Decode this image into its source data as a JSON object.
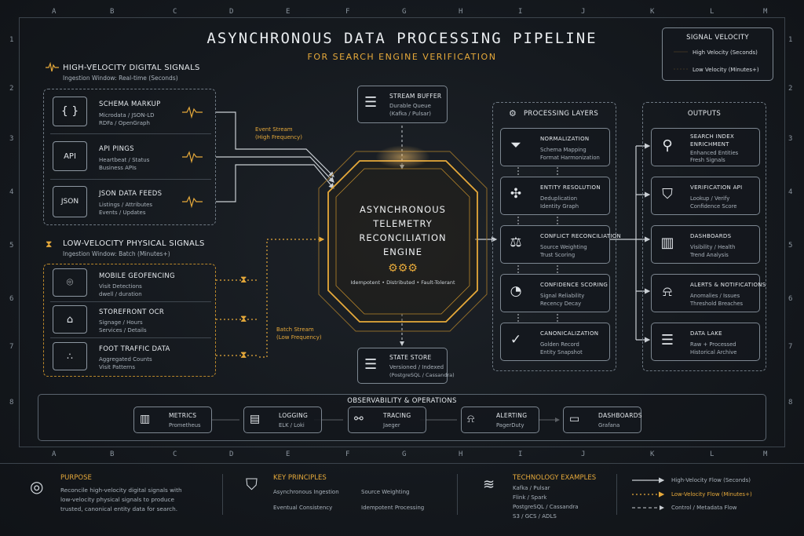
{
  "title": "ASYNCHRONOUS DATA PROCESSING PIPELINE",
  "subtitle": "FOR SEARCH ENGINE VERIFICATION",
  "grid": {
    "cols": [
      "A",
      "B",
      "C",
      "D",
      "E",
      "F",
      "G",
      "H",
      "I",
      "J",
      "K",
      "L",
      "M"
    ],
    "rows": [
      "1",
      "2",
      "3",
      "4",
      "5",
      "6",
      "7",
      "8"
    ]
  },
  "legend_top": {
    "title": "SIGNAL VELOCITY",
    "high": "High Velocity (Seconds)",
    "low": "Low Velocity (Minutes+)"
  },
  "high_signals": {
    "heading": "HIGH-VELOCITY DIGITAL SIGNALS",
    "window": "Ingestion Window: Real-time (Seconds)",
    "items": [
      {
        "icon": "{ }",
        "title": "SCHEMA MARKUP",
        "l1": "Microdata / JSON-LD",
        "l2": "RDFa / OpenGraph"
      },
      {
        "icon": "API",
        "title": "API PINGS",
        "l1": "Heartbeat / Status",
        "l2": "Business APIs"
      },
      {
        "icon": "JSON",
        "title": "JSON DATA FEEDS",
        "l1": "Listings / Attributes",
        "l2": "Events / Updates"
      }
    ]
  },
  "low_signals": {
    "heading": "LOW-VELOCITY PHYSICAL SIGNALS",
    "window": "Ingestion Window: Batch (Minutes+)",
    "items": [
      {
        "title": "MOBILE GEOFENCING",
        "l1": "Visit Detections",
        "l2": "dwell / duration"
      },
      {
        "title": "STOREFRONT OCR",
        "l1": "Signage / Hours",
        "l2": "Services / Details"
      },
      {
        "title": "FOOT TRAFFIC DATA",
        "l1": "Aggregated Counts",
        "l2": "Visit Patterns"
      }
    ]
  },
  "event_stream": {
    "l1": "Event Stream",
    "l2": "(High Frequency)"
  },
  "batch_stream": {
    "l1": "Batch Stream",
    "l2": "(Low Frequency)"
  },
  "stream_buffer": {
    "title": "STREAM BUFFER",
    "l1": "Durable Queue",
    "l2": "(Kafka / Pulsar)"
  },
  "state_store": {
    "title": "STATE STORE",
    "l1": "Versioned / Indexed",
    "l2": "(PostgreSQL / Cassandra)"
  },
  "engine": {
    "l1": "ASYNCHRONOUS",
    "l2": "TELEMETRY",
    "l3": "RECONCILIATION",
    "l4": "ENGINE",
    "gears": "⚙⚙⚙",
    "tagline": "Idempotent • Distributed • Fault-Tolerant"
  },
  "processing": {
    "heading": "PROCESSING LAYERS",
    "layers": [
      {
        "title": "NORMALIZATION",
        "l1": "Schema Mapping",
        "l2": "Format Harmonization"
      },
      {
        "title": "ENTITY RESOLUTION",
        "l1": "Deduplication",
        "l2": "Identity Graph"
      },
      {
        "title": "CONFLICT RECONCILIATION",
        "l1": "Source Weighting",
        "l2": "Trust Scoring"
      },
      {
        "title": "CONFIDENCE SCORING",
        "l1": "Signal Reliability",
        "l2": "Recency Decay"
      },
      {
        "title": "CANONICALIZATION",
        "l1": "Golden Record",
        "l2": "Entity Snapshot"
      }
    ]
  },
  "outputs": {
    "heading": "OUTPUTS",
    "items": [
      {
        "title": "SEARCH INDEX",
        "title2": "ENRICHMENT",
        "l1": "Enhanced Entities",
        "l2": "Fresh Signals"
      },
      {
        "title": "VERIFICATION API",
        "title2": "",
        "l1": "Lookup / Verify",
        "l2": "Confidence Score"
      },
      {
        "title": "DASHBOARDS",
        "title2": "",
        "l1": "Visibility / Health",
        "l2": "Trend Analysis"
      },
      {
        "title": "ALERTS & NOTIFICATIONS",
        "title2": "",
        "l1": "Anomalies / Issues",
        "l2": "Threshold Breaches"
      },
      {
        "title": "DATA LAKE",
        "title2": "",
        "l1": "Raw + Processed",
        "l2": "Historical Archive"
      }
    ]
  },
  "observability": {
    "heading": "OBSERVABILITY & OPERATIONS",
    "items": [
      {
        "title": "METRICS",
        "sub": "Prometheus"
      },
      {
        "title": "LOGGING",
        "sub": "ELK / Loki"
      },
      {
        "title": "TRACING",
        "sub": "Jaeger"
      },
      {
        "title": "ALERTING",
        "sub": "PagerDuty"
      },
      {
        "title": "DASHBOARDS",
        "sub": "Grafana"
      }
    ]
  },
  "footer": {
    "purpose": {
      "title": "PURPOSE",
      "l1": "Reconcile high-velocity digital signals with",
      "l2": "low-velocity physical signals to produce",
      "l3": "trusted, canonical entity data for search."
    },
    "principles": {
      "title": "KEY PRINCIPLES",
      "a": "Asynchronous Ingestion",
      "b": "Source Weighting",
      "c": "Eventual Consistency",
      "d": "Idempotent Processing"
    },
    "tech": {
      "title": "TECHNOLOGY EXAMPLES",
      "l1": "Kafka / Pulsar",
      "l2": "Flink / Spark",
      "l3": "PostgreSQL / Cassandra",
      "l4": "S3 / GCS / ADLS"
    },
    "flows": {
      "high": "High-Velocity Flow (Seconds)",
      "low": "Low-Velocity Flow (Minutes+)",
      "control": "Control / Metadata Flow"
    }
  },
  "colors": {
    "gold": "#e6a93a",
    "line": "#c9ced3",
    "bg": "#14181d"
  }
}
